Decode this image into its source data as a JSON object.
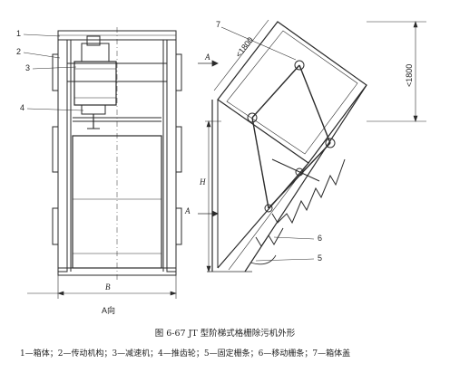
{
  "front_view": {
    "callouts": [
      "1",
      "2",
      "3",
      "4"
    ],
    "width_dim": "B",
    "view_label": "A向"
  },
  "side_view": {
    "callouts": [
      "7",
      "6",
      "5"
    ],
    "height_dim": "H",
    "top_dim": "<1800",
    "diag_dim": "<1800",
    "view_arrow": "A"
  },
  "caption": "图 6-67   JT 型阶梯式格栅除污机外形",
  "legend": "1—箱体；2—传动机构；3—减速机；4—推齿轮；5—固定栅条；6—移动栅条；7—箱体盖"
}
